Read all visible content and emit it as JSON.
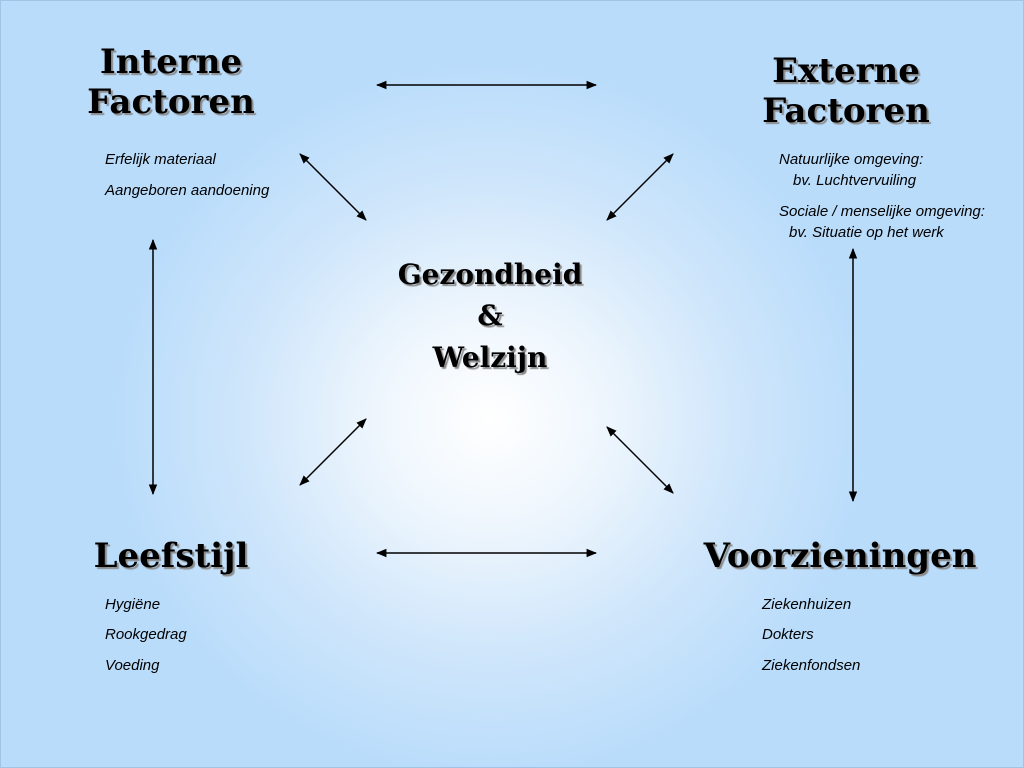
{
  "interne": {
    "line1": "Interne",
    "line2": "Factoren",
    "items": [
      "Erfelijk materiaal",
      "Aangeboren aandoening"
    ]
  },
  "externe": {
    "line1": "Externe",
    "line2": "Factoren",
    "items": [
      "Natuurlijke omgeving:",
      "bv. Luchtvervuiling",
      "Sociale / menselijke omgeving:",
      "bv. Situatie op het werk"
    ]
  },
  "center": {
    "line1": "Gezondheid",
    "line2": "&",
    "line3": "Welzijn"
  },
  "leefstijl": {
    "title": "Leefstijl",
    "items": [
      "Hygiëne",
      "Rookgedrag",
      "Voeding"
    ]
  },
  "voorzieningen": {
    "title": "Voorzieningen",
    "items": [
      "Ziekenhuizen",
      "Dokters",
      "Ziekenfondsen"
    ]
  }
}
